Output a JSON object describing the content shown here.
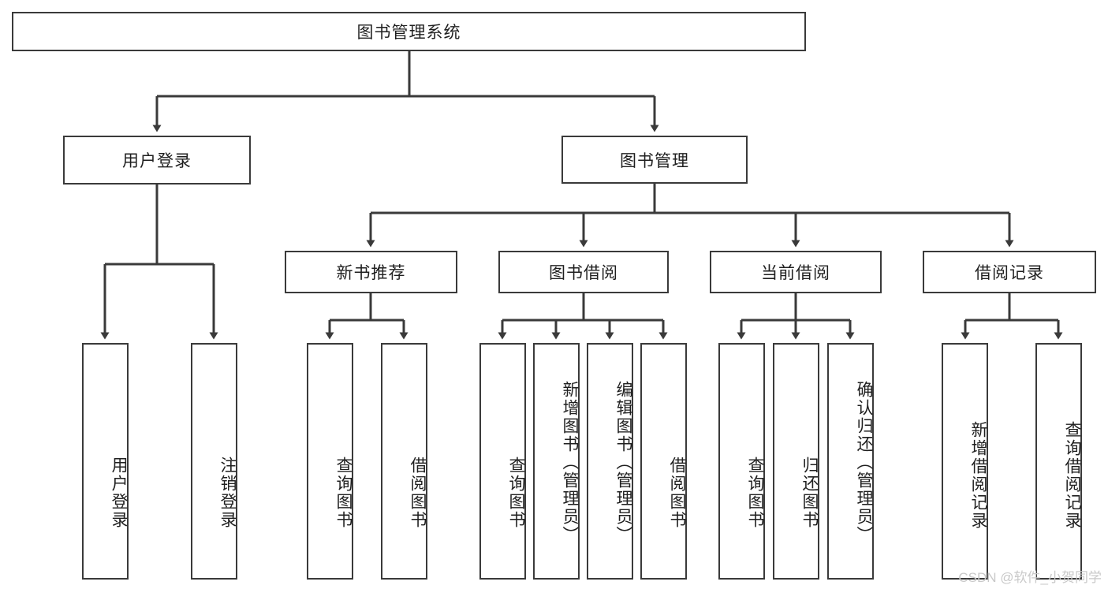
{
  "diagram": {
    "title": "图书管理系统",
    "background_color": "#ffffff",
    "line_color": "#3a3a3a",
    "text_color": "#1f1f1f"
  },
  "root": {
    "label": "图书管理系统"
  },
  "level1": [
    {
      "label": "用户登录"
    },
    {
      "label": "图书管理"
    }
  ],
  "level2": [
    {
      "label": "新书推荐"
    },
    {
      "label": "图书借阅"
    },
    {
      "label": "当前借阅"
    },
    {
      "label": "借阅记录"
    }
  ],
  "leaves": {
    "user_login": [
      {
        "label": "用户登录"
      },
      {
        "label": "注销登录"
      }
    ],
    "new_book_recommend": [
      {
        "label": "查询图书"
      },
      {
        "label": "借阅图书"
      }
    ],
    "book_borrow": [
      {
        "label": "查询图书"
      },
      {
        "label": "新增图书（管理员）"
      },
      {
        "label": "编辑图书（管理员）"
      },
      {
        "label": "借阅图书"
      }
    ],
    "current_borrow": [
      {
        "label": "查询图书"
      },
      {
        "label": "归还图书"
      },
      {
        "label": "确认归还（管理员）"
      }
    ],
    "borrow_record": [
      {
        "label": "新增借阅记录"
      },
      {
        "label": "查询借阅记录"
      }
    ]
  },
  "watermark": {
    "text": "CSDN @软件_小贺同学"
  }
}
